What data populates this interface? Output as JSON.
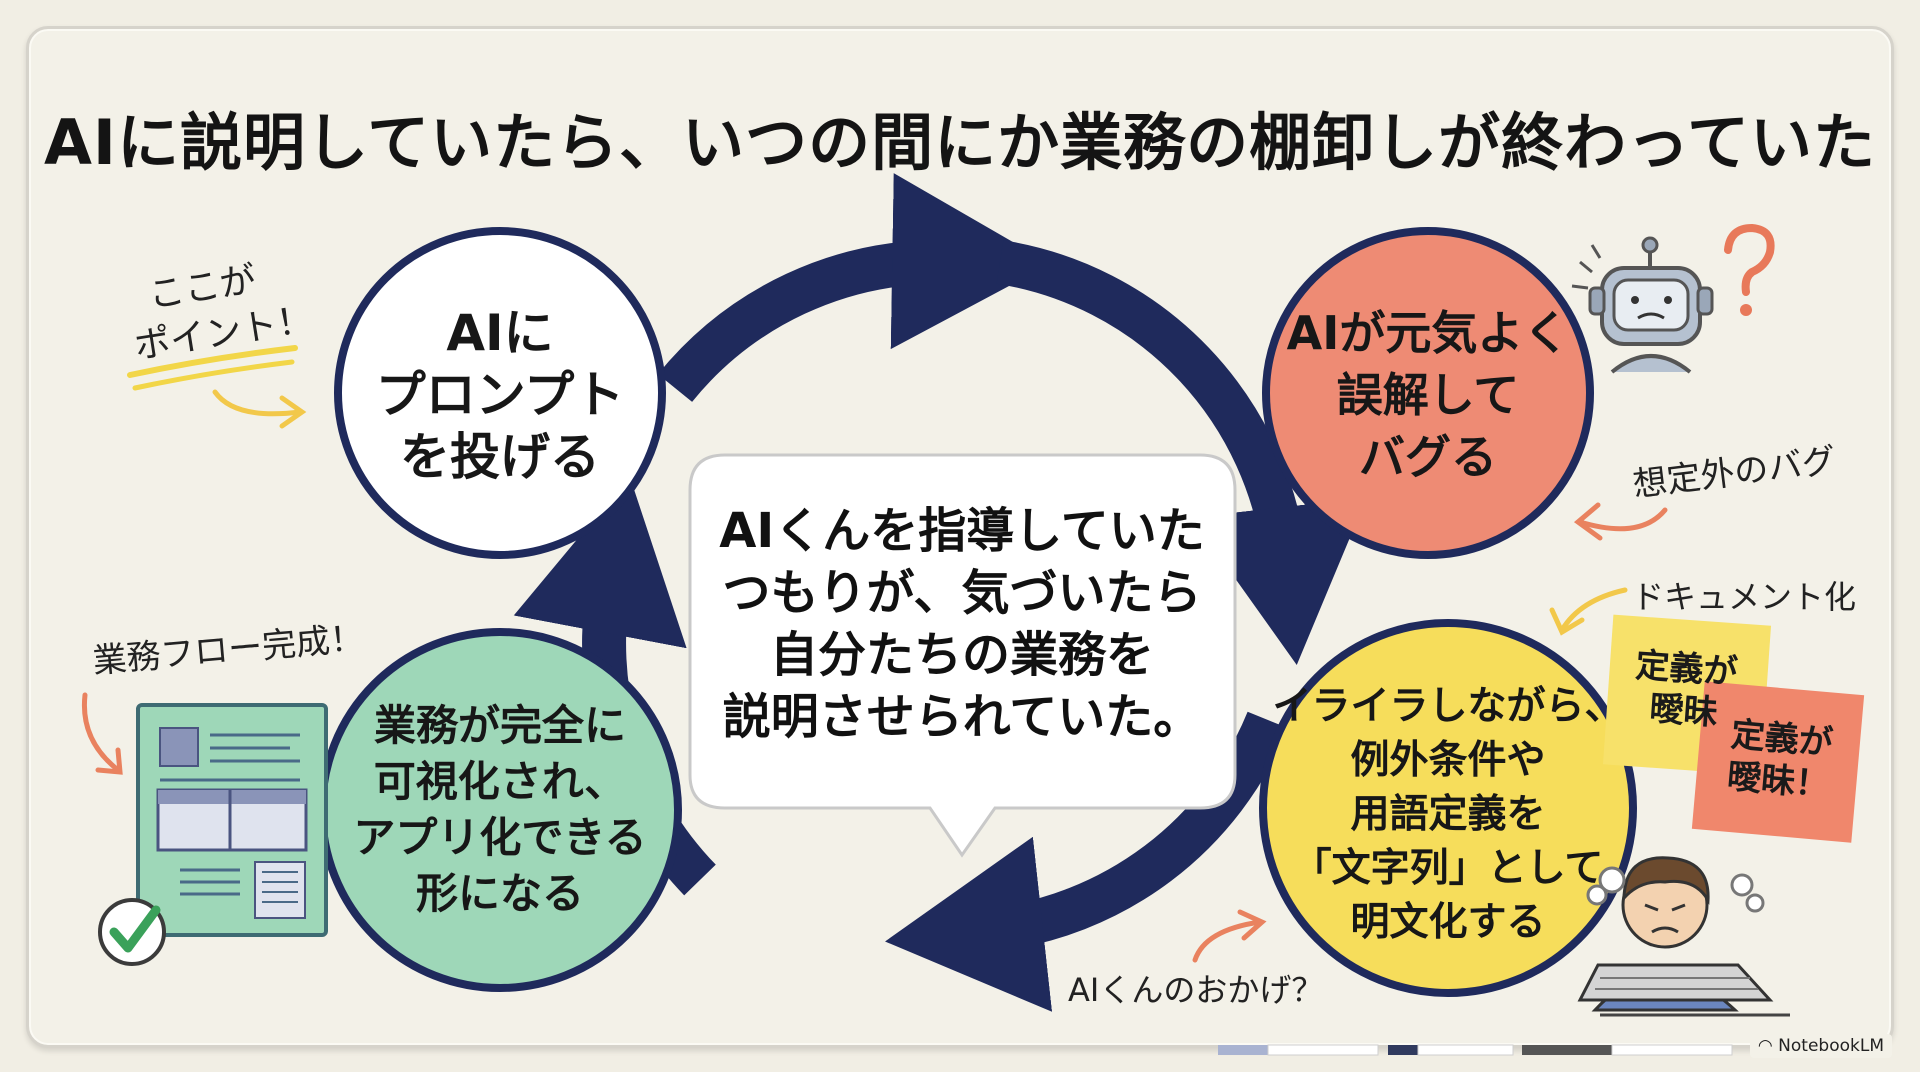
{
  "title": "AIに説明していたら、いつの間にか業務の棚卸しが終わっていた",
  "center_bubble": {
    "lines": [
      "AIくんを指導していた",
      "つもりが、気づいたら",
      "自分たちの業務を",
      "説明させられていた。"
    ]
  },
  "steps": [
    {
      "id": "prompt",
      "color": "#ffffff",
      "lines": [
        "AIに",
        "プロンプト",
        "を投げる"
      ]
    },
    {
      "id": "bug",
      "color": "#ee8b74",
      "lines": [
        "AIが元気よく",
        "誤解して",
        "バグる"
      ]
    },
    {
      "id": "document",
      "color": "#f6dd5b",
      "lines": [
        "イライラしながら、",
        "例外条件や",
        "用語定義を",
        "「文字列」として",
        "明文化する"
      ]
    },
    {
      "id": "visualize",
      "color": "#9ed7b8",
      "lines": [
        "業務が完全に",
        "可視化され、",
        "アプリ化できる",
        "形になる"
      ]
    }
  ],
  "annotations": {
    "point": [
      "ここが",
      "ポイント！"
    ],
    "unexpected_bug": "想定外のバグ",
    "documentation": "ドキュメント化",
    "ai_thanks": "AIくんのおかげ？",
    "flow_done": "業務フロー完成！"
  },
  "sticky_notes": [
    {
      "lines": [
        "定義が",
        "曖昧"
      ],
      "color": "#f7e16a"
    },
    {
      "lines": [
        "定義が",
        "曖昧！"
      ],
      "color": "#f0876c"
    }
  ],
  "brand": "NotebookLM",
  "colors": {
    "arrow": "#1f2a5c",
    "outline": "#1f2a5c"
  }
}
